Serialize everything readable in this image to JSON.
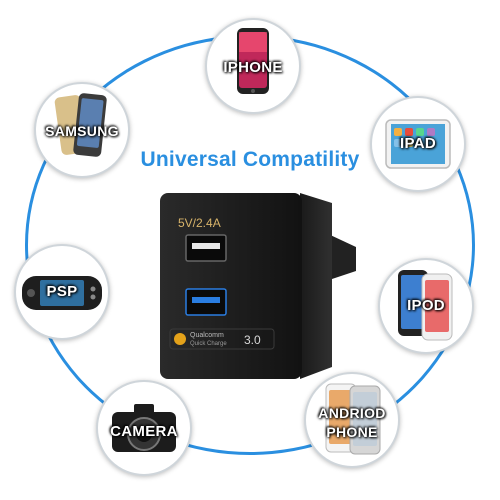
{
  "title": "Universal Compatility",
  "charger": {
    "port1_label": "5V/2.4A",
    "port2_badge": "Qualcomm",
    "port2_sub": "Quick Charge",
    "port2_version": "3.0"
  },
  "devices": [
    {
      "id": "iphone",
      "label": "IPHONE"
    },
    {
      "id": "samsung",
      "label": "SAMSUNG"
    },
    {
      "id": "ipad",
      "label": "IPAD"
    },
    {
      "id": "psp",
      "label": "PSP"
    },
    {
      "id": "ipod",
      "label": "IPOD"
    },
    {
      "id": "camera",
      "label": "CAMERA"
    },
    {
      "id": "android_line1",
      "label": "ANDRIOD"
    },
    {
      "id": "android_line2",
      "label": "PHONE"
    }
  ],
  "colors": {
    "ring": "#2a8fe0",
    "title": "#2a8fe0",
    "charger_body": "#1b1b1b",
    "port2_accent": "#2a7de1"
  }
}
